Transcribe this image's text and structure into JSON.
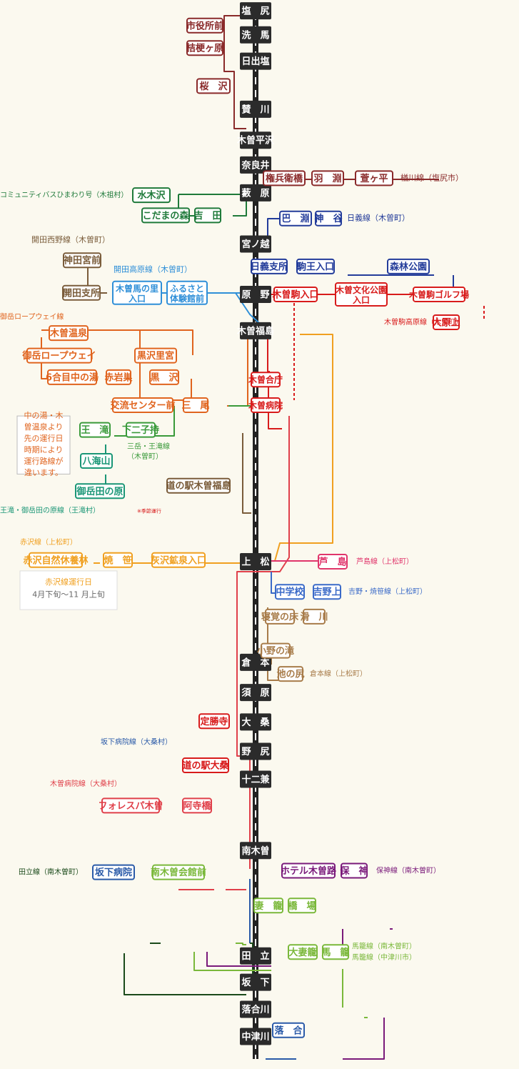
{
  "colors": {
    "background": "#fbf9ef",
    "trunk": "#222222",
    "station_fill": "#2b2b2b",
    "shiojiri": "#8a2a2a",
    "community": "#1f7a3a",
    "kaida_nishino": "#7a5c3a",
    "kaida_kogen": "#2f8fd8",
    "ontake": "#e0641e",
    "kiso_koma": "#d81b1b",
    "nikko": "#233c9a",
    "ontake_mitaki": "#1a9676",
    "sanmitake": "#3a9a3a",
    "akasawa": "#f0a020",
    "ashijima": "#e0356b",
    "yoshino": "#3a6ac8",
    "kuramoto": "#a87c4a",
    "sakashita": "#2a5aa8",
    "kiso_hospital": "#e0404a",
    "hosho": "#7a1a7a",
    "magome": "#7ab83a",
    "taritate": "#1a4a1a",
    "stop_fill": "#ffffff"
  },
  "trunk_stations": [
    "塩　尻",
    "洗　馬",
    "日出塩",
    "賛　川",
    "木曽平沢",
    "奈良井",
    "藪　原",
    "宮ノ越",
    "原　野",
    "木曽福島",
    "上　松",
    "倉　本",
    "須　原",
    "大　桑",
    "野　尻",
    "十二兼",
    "南木曽",
    "田　立",
    "坂　下",
    "落合川",
    "中津川"
  ],
  "stops": {
    "shiyakusho": "市役所前",
    "kikyogahara": "桔梗ヶ原",
    "sakurazawa": "桜　沢",
    "gonbei": "権兵衛橋",
    "hafuchi": "羽　淵",
    "kayagadaira": "萱ヶ平",
    "mizukizawa": "水木沢",
    "kodama": "こだまの森",
    "yoshida": "吉　田",
    "tomobuchi": "巴　淵",
    "kamiya": "神　谷",
    "kandamiyamae": "神田宮前",
    "kaida_shisho": "開田支所",
    "kisouma": "木曽馬の里\n入口",
    "furusato": "ふるさと\n体験館前",
    "nikko_shisho": "日義支所",
    "komaou": "駒王入口",
    "shinrin": "森林公園",
    "kisokoma_iriguchi": "木曽駒入口",
    "kiso_bunka": "木曽文化公園\n入口",
    "kisokoma_golf": "木曽駒ゴルフ場",
    "ohara": "大原上",
    "kiso_onsen": "木曽温泉",
    "ropeway": "御岳ロープウェイ",
    "kurosawa_satomiya": "黒沢里宮",
    "rokugome": "6合目中の湯",
    "akaiwa": "赤岩巣",
    "kurosawa": "黒　沢",
    "kiso_goucho": "木曽合庁",
    "koryu": "交流センター前",
    "mio": "三　尾",
    "kiso_byoin": "木曽病院",
    "otaki": "王　滝",
    "shimonikomochi": "下二子持",
    "hakkaisan": "八海山",
    "otakeda": "御岳田の原",
    "michinoeki_kf": "道の駅木曽福島",
    "akasawa_shizen": "赤沢自然休養林",
    "yakizasa": "焼　笹",
    "haizawa": "灰沢鉱泉入口",
    "ashijima": "芦　島",
    "chugakko": "中学校",
    "yoshinoue": "吉野上",
    "nezame": "寝覚の床",
    "namekawa": "滑　川",
    "onotaki": "小野の滝",
    "ikenoshiri": "池の尻",
    "joshoji": "定勝寺",
    "michinoeki_okuwa": "道の駅大桑",
    "forest_spa": "フォレスパ木曽",
    "ateragi": "阿寺橋",
    "sakashita_byoin": "坂下病院",
    "nagiso_kaikan": "南木曽会館前",
    "hotel_kisoji": "ホテル木曽路",
    "hosho": "保　神",
    "tsumago": "妻　籠",
    "hashiba": "橋　場",
    "otsumago": "大妻籠",
    "magome": "馬　籠",
    "ochiai": "落　合"
  },
  "line_labels": {
    "nikko": "日義線（木曽町）",
    "nikko_tomobuchi_label": "日義線（木曽町）",
    "shiojiri": "楢川線（塩尻市）",
    "community": "コミュニティバスひまわり号（木祖村）",
    "kaida_nishino": "開田西野線（木曽町）",
    "kaida_kogen": "開田高原線（木曽町）",
    "ontake_ropeway": "御岳ロープウェイ線",
    "kiso_koma": "木曽駒高原線（木曽町）",
    "sanmitake": "三岳・王滝線\n（木曽町）",
    "otaki": "王滝・御岳田の原線（王滝村）",
    "seasonal": "※季節運行",
    "akasawa": "赤沢線（上松町）",
    "ashijima": "芦島線（上松町）",
    "yoshino": "吉野・焼笹線（上松町）",
    "kuramoto": "倉本線（上松町）",
    "sakashita_hospital": "坂下病院線（大桑村）",
    "kiso_hospital": "木曽病院線（大桑村）",
    "taritate": "田立線（南木曽町）",
    "hosho": "保神線（南木曽町）",
    "magome_nagiso": "馬籠線（南木曽町）",
    "magome_nakatsugawa": "馬籠線（中津川市）"
  },
  "notes": {
    "nakanoyu": "中の湯・木\n曽温泉より\n先の運行日\n時期により\n運行路線が\n違います。",
    "akasawa_title": "赤沢線運行日",
    "akasawa_dates": "4月下旬〜11 月上旬"
  }
}
